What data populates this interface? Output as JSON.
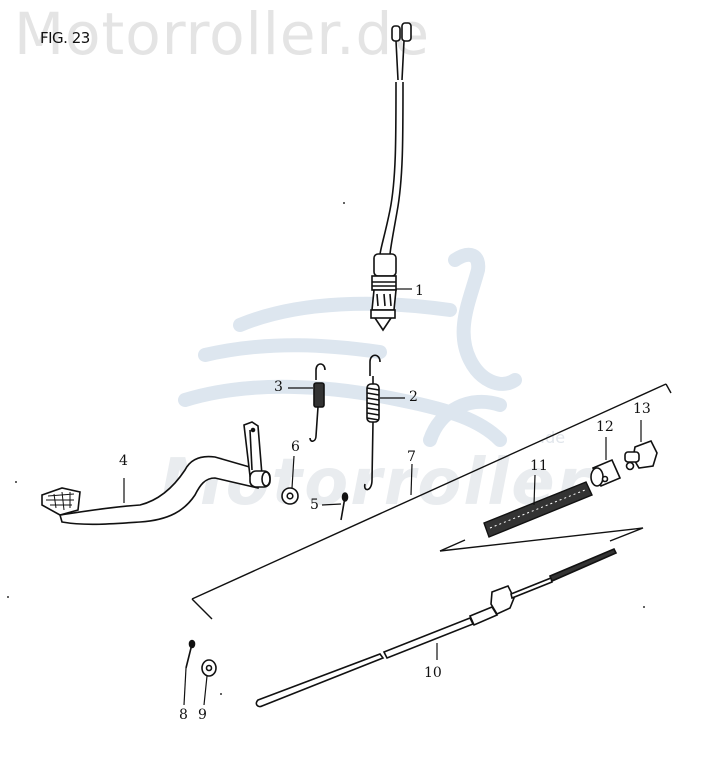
{
  "watermark": {
    "top_text": "Motorroller.de",
    "center_text": "Motorroller",
    "center_suffix": ".de",
    "logo": "scooter-logo",
    "colors": {
      "text": "#e4e4e4",
      "logo": "#dde6ef"
    }
  },
  "figure": {
    "title": "FIG. 23",
    "description": "Exploded parts diagram: rear brake pedal, brake light switch, springs and brake rod"
  },
  "parts": [
    {
      "number": "1",
      "name": "brake-light-switch"
    },
    {
      "number": "2",
      "name": "brake-switch-spring"
    },
    {
      "number": "3",
      "name": "pedal-return-spring"
    },
    {
      "number": "4",
      "name": "brake-pedal"
    },
    {
      "number": "5",
      "name": "split-pin"
    },
    {
      "number": "6",
      "name": "washer"
    },
    {
      "number": "7",
      "name": "brake-rod-assembly"
    },
    {
      "number": "8",
      "name": "split-pin"
    },
    {
      "number": "9",
      "name": "washer"
    },
    {
      "number": "10",
      "name": "brake-rod"
    },
    {
      "number": "11",
      "name": "spring"
    },
    {
      "number": "12",
      "name": "joint-pin"
    },
    {
      "number": "13",
      "name": "adjusting-nut"
    }
  ]
}
